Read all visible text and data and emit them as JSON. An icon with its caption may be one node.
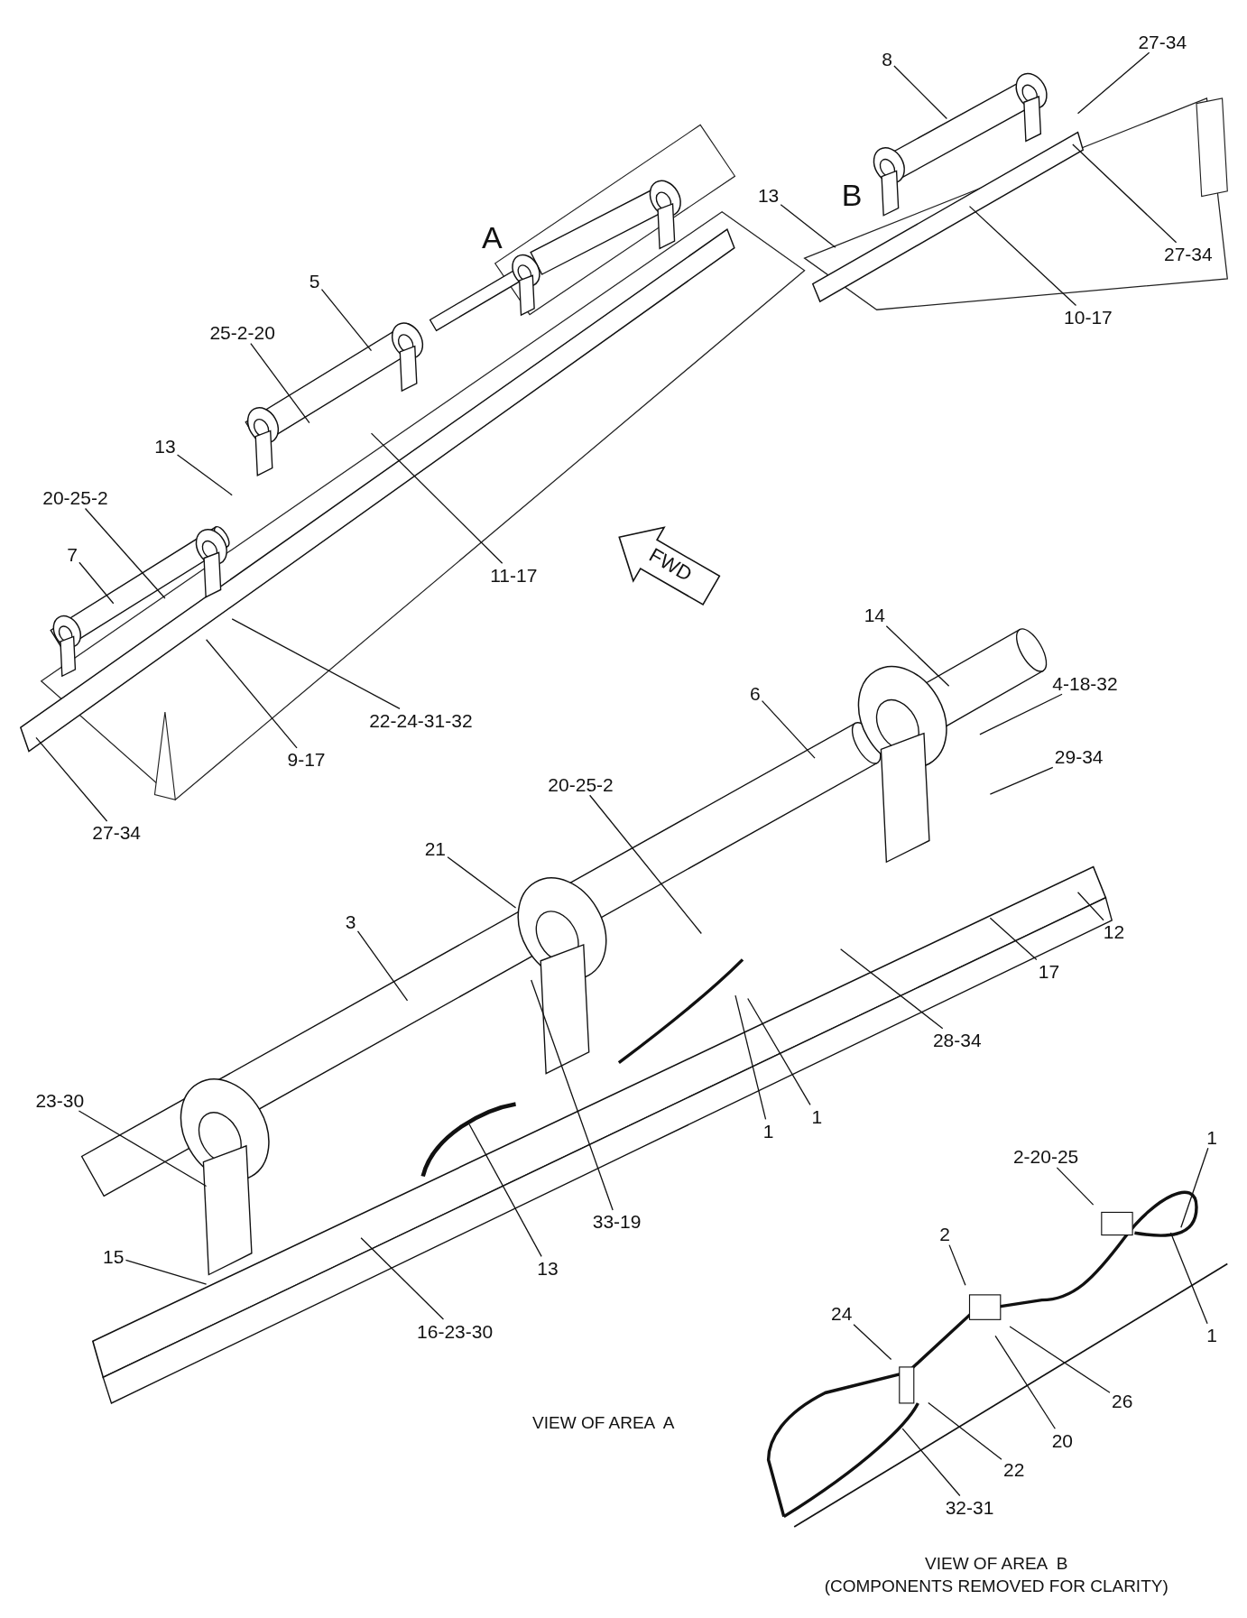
{
  "diagram": {
    "nodes": [
      {
        "text": [
          "8"
        ]
      },
      {
        "text": [
          "27-34"
        ]
      },
      {
        "text": [
          "27-34"
        ]
      },
      {
        "text": [
          "13"
        ]
      },
      {
        "text": [
          "10-17"
        ]
      },
      {
        "text": [
          "5"
        ]
      },
      {
        "text": [
          "25-2-20"
        ]
      },
      {
        "text": [
          "13"
        ]
      },
      {
        "text": [
          "11-17"
        ]
      },
      {
        "text": [
          "20-25-2"
        ]
      },
      {
        "text": [
          "7"
        ]
      },
      {
        "text": [
          "22-24-31-32"
        ]
      },
      {
        "text": [
          "9-17"
        ]
      },
      {
        "text": [
          "27-34"
        ]
      },
      {
        "text": [
          "14"
        ]
      },
      {
        "text": [
          "4-18-32"
        ]
      },
      {
        "text": [
          "6"
        ]
      },
      {
        "text": [
          "29-34"
        ]
      },
      {
        "text": [
          "20-25-2"
        ]
      },
      {
        "text": [
          "21"
        ]
      },
      {
        "text": [
          "12"
        ]
      },
      {
        "text": [
          "17"
        ]
      },
      {
        "text": [
          "3"
        ]
      },
      {
        "text": [
          "28-34"
        ]
      },
      {
        "text": [
          "1"
        ]
      },
      {
        "text": [
          "1"
        ]
      },
      {
        "text": [
          "23-30"
        ]
      },
      {
        "text": [
          "33-19"
        ]
      },
      {
        "text": [
          "15"
        ]
      },
      {
        "text": [
          "13"
        ]
      },
      {
        "text": [
          "16-23-30"
        ]
      },
      {
        "text": [
          "1"
        ]
      },
      {
        "text": [
          "2-20-25"
        ]
      },
      {
        "text": [
          "2"
        ]
      },
      {
        "text": [
          "1"
        ]
      },
      {
        "text": [
          "24"
        ]
      },
      {
        "text": [
          "26"
        ]
      },
      {
        "text": [
          "20"
        ]
      },
      {
        "text": [
          "22"
        ]
      },
      {
        "text": [
          "32-31"
        ]
      }
    ],
    "edges": [
      {
        "from": 0,
        "to": null,
        "arrow": "none"
      },
      {
        "from": 1,
        "to": null,
        "arrow": "none"
      },
      {
        "from": 2,
        "to": null,
        "arrow": "none"
      },
      {
        "from": 3,
        "to": null,
        "arrow": "none"
      },
      {
        "from": 4,
        "to": null,
        "arrow": "none"
      },
      {
        "from": 5,
        "to": null,
        "arrow": "none"
      },
      {
        "from": 6,
        "to": null,
        "arrow": "none"
      },
      {
        "from": 7,
        "to": null,
        "arrow": "none"
      },
      {
        "from": 8,
        "to": null,
        "arrow": "none"
      },
      {
        "from": 9,
        "to": null,
        "arrow": "none"
      },
      {
        "from": 10,
        "to": null,
        "arrow": "none"
      },
      {
        "from": 11,
        "to": null,
        "arrow": "none"
      },
      {
        "from": 12,
        "to": null,
        "arrow": "none"
      },
      {
        "from": 13,
        "to": null,
        "arrow": "none"
      },
      {
        "from": 14,
        "to": null,
        "arrow": "none"
      },
      {
        "from": 15,
        "to": null,
        "arrow": "none"
      },
      {
        "from": 16,
        "to": null,
        "arrow": "none"
      },
      {
        "from": 17,
        "to": null,
        "arrow": "none"
      },
      {
        "from": 18,
        "to": null,
        "arrow": "none"
      },
      {
        "from": 19,
        "to": null,
        "arrow": "none"
      },
      {
        "from": 20,
        "to": null,
        "arrow": "none"
      },
      {
        "from": 21,
        "to": null,
        "arrow": "none"
      },
      {
        "from": 22,
        "to": null,
        "arrow": "none"
      },
      {
        "from": 23,
        "to": null,
        "arrow": "none"
      },
      {
        "from": 24,
        "to": null,
        "arrow": "none"
      },
      {
        "from": 25,
        "to": null,
        "arrow": "none"
      },
      {
        "from": 26,
        "to": null,
        "arrow": "none"
      },
      {
        "from": 27,
        "to": null,
        "arrow": "none"
      },
      {
        "from": 28,
        "to": null,
        "arrow": "none"
      },
      {
        "from": 29,
        "to": null,
        "arrow": "none"
      },
      {
        "from": 30,
        "to": null,
        "arrow": "none"
      },
      {
        "from": 31,
        "to": null,
        "arrow": "none"
      },
      {
        "from": 32,
        "to": null,
        "arrow": "none"
      },
      {
        "from": 33,
        "to": null,
        "arrow": "none"
      },
      {
        "from": 34,
        "to": null,
        "arrow": "none"
      },
      {
        "from": 35,
        "to": null,
        "arrow": "none"
      },
      {
        "from": 36,
        "to": null,
        "arrow": "none"
      },
      {
        "from": 37,
        "to": null,
        "arrow": "none"
      },
      {
        "from": 38,
        "to": null,
        "arrow": "none"
      },
      {
        "from": 39,
        "to": null,
        "arrow": "none"
      }
    ],
    "labels": [
      "A",
      "B",
      "FWD",
      "VIEW OF AREA  A",
      "VIEW OF AREA  B",
      "(COMPONENTS REMOVED FOR CLARITY)"
    ]
  }
}
